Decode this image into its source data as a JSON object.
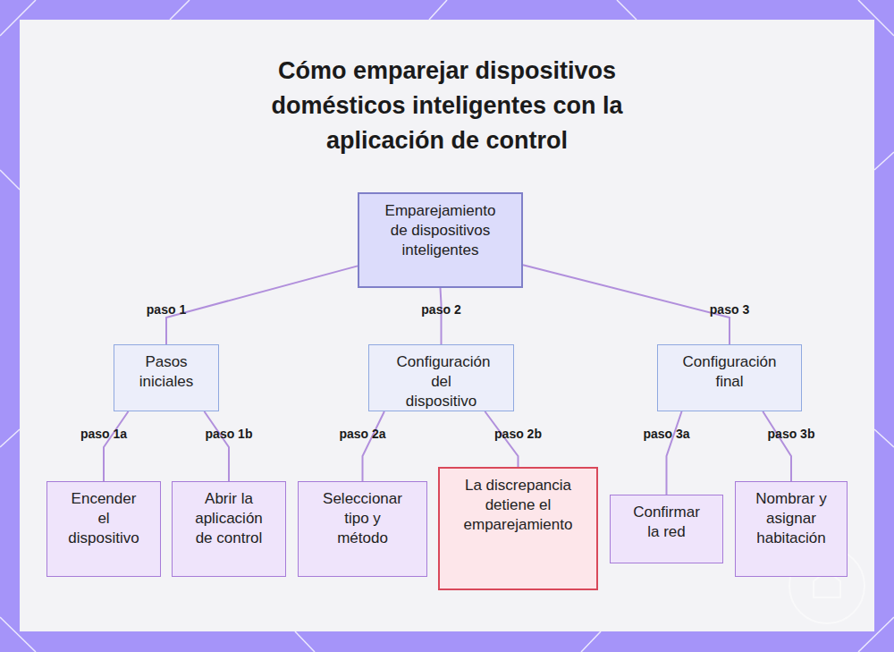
{
  "diagram": {
    "title": "Cómo emparejar dispositivos domésticos inteligentes con la aplicación de control",
    "nodes": [
      {
        "text": [
          "Emparejamiento de dispositivos inteligentes"
        ]
      },
      {
        "text": [
          "Pasos iniciales"
        ]
      },
      {
        "text": [
          "Configuración del dispositivo"
        ]
      },
      {
        "text": [
          "Configuración final"
        ]
      },
      {
        "text": [
          "Encender el dispositivo"
        ]
      },
      {
        "text": [
          "Abrir la aplicación de control"
        ]
      },
      {
        "text": [
          "Seleccionar tipo y método"
        ]
      },
      {
        "text": [
          "La discrepancia detiene el emparejamiento"
        ]
      },
      {
        "text": [
          "Confirmar la red"
        ]
      },
      {
        "text": [
          "Nombrar y asignar habitación"
        ]
      }
    ],
    "edges": [
      {
        "from": 0,
        "to": 1,
        "label": "paso 1",
        "arrow": "none"
      },
      {
        "from": 0,
        "to": 2,
        "label": "paso 2",
        "arrow": "none"
      },
      {
        "from": 0,
        "to": 3,
        "label": "paso 3",
        "arrow": "none"
      },
      {
        "from": 1,
        "to": 4,
        "label": "paso 1a",
        "arrow": "none"
      },
      {
        "from": 1,
        "to": 5,
        "label": "paso 1b",
        "arrow": "none"
      },
      {
        "from": 2,
        "to": 6,
        "label": "paso 2a",
        "arrow": "none"
      },
      {
        "from": 2,
        "to": 7,
        "label": "paso 2b",
        "arrow": "none"
      },
      {
        "from": 3,
        "to": 8,
        "label": "paso 3a",
        "arrow": "none"
      },
      {
        "from": 3,
        "to": 9,
        "label": "paso 3b",
        "arrow": "none"
      }
    ]
  }
}
